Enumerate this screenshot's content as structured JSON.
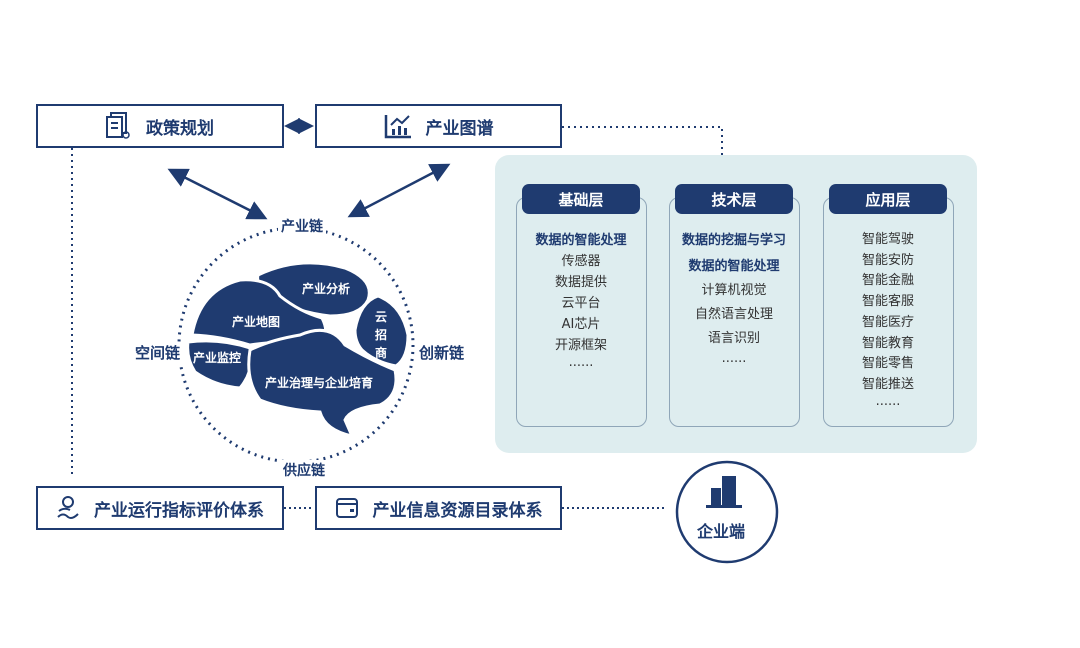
{
  "top_boxes": {
    "policy": "政策规划",
    "industry_map": "产业图谱"
  },
  "chains": {
    "top": "产业链",
    "left": "空间链",
    "right": "创新链",
    "bottom": "供应链"
  },
  "brain": {
    "analysis": "产业分析",
    "map": "产业地图",
    "monitor": "产业监控",
    "cloud": "云招商",
    "governance": "产业治理与企业培育"
  },
  "layers": [
    {
      "title": "基础层",
      "items": [
        {
          "text": "数据的智能处理",
          "bold": true
        },
        {
          "text": "传感器"
        },
        {
          "text": "数据提供"
        },
        {
          "text": "云平台"
        },
        {
          "text": "AI芯片"
        },
        {
          "text": "开源框架"
        },
        {
          "text": "······"
        }
      ]
    },
    {
      "title": "技术层",
      "items": [
        {
          "text": "数据的挖掘与学习",
          "bold": true
        },
        {
          "text": "数据的智能处理",
          "bold": true
        },
        {
          "text": "计算机视觉"
        },
        {
          "text": "自然语言处理"
        },
        {
          "text": "语言识别"
        },
        {
          "text": "······"
        }
      ]
    },
    {
      "title": "应用层",
      "items": [
        {
          "text": "智能驾驶"
        },
        {
          "text": "智能安防"
        },
        {
          "text": "智能金融"
        },
        {
          "text": "智能客服"
        },
        {
          "text": "智能医疗"
        },
        {
          "text": "智能教育"
        },
        {
          "text": "智能零售"
        },
        {
          "text": "智能推送"
        },
        {
          "text": "······"
        }
      ]
    }
  ],
  "bottom_boxes": {
    "evaluation": "产业运行指标评价体系",
    "catalog": "产业信息资源目录体系"
  },
  "enterprise": "企业端",
  "colors": {
    "navy": "#1f3b70",
    "panel": "#deedef"
  }
}
